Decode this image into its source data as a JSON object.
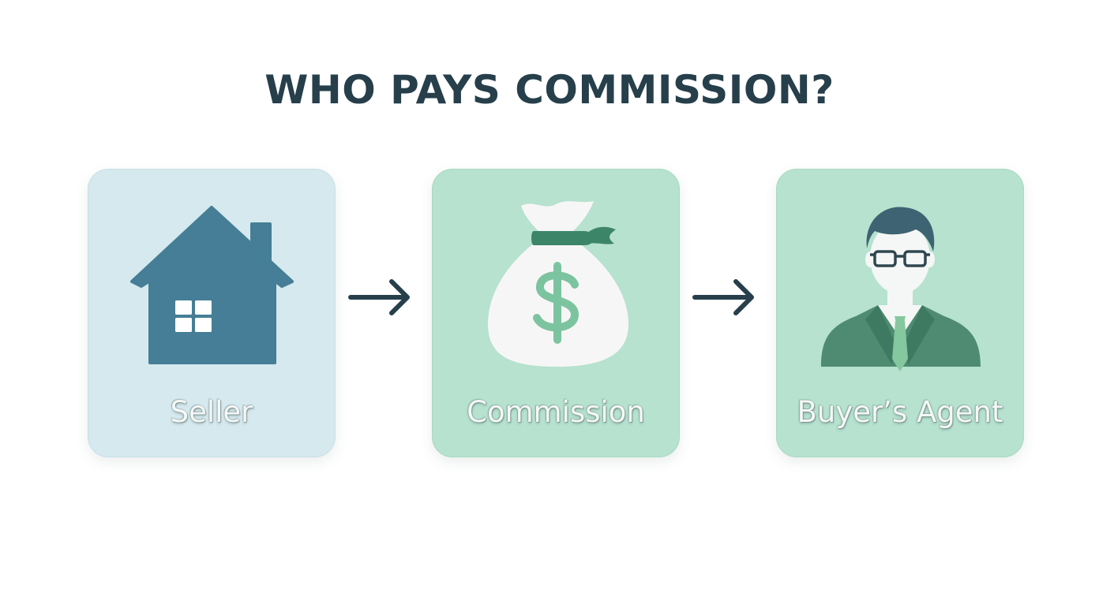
{
  "title": "WHO PAYS COMMISSION?",
  "steps": [
    {
      "label": "Seller",
      "icon": "house-icon"
    },
    {
      "label": "Commission",
      "icon": "money-bag-icon"
    },
    {
      "label": "Buyer’s Agent",
      "icon": "agent-person-icon"
    }
  ],
  "arrows": [
    "arrow-right-icon",
    "arrow-right-icon"
  ],
  "colors": {
    "title": "#263f4b",
    "seller_card": "#d5e9ee",
    "commission_card": "#b6e2cf",
    "agent_card": "#b6e2cf",
    "house": "#457e96",
    "arrow": "#263f4b",
    "money_bag": "#f7f6f6",
    "dollar": "#7cc4a0",
    "suit": "#4e8b72"
  }
}
